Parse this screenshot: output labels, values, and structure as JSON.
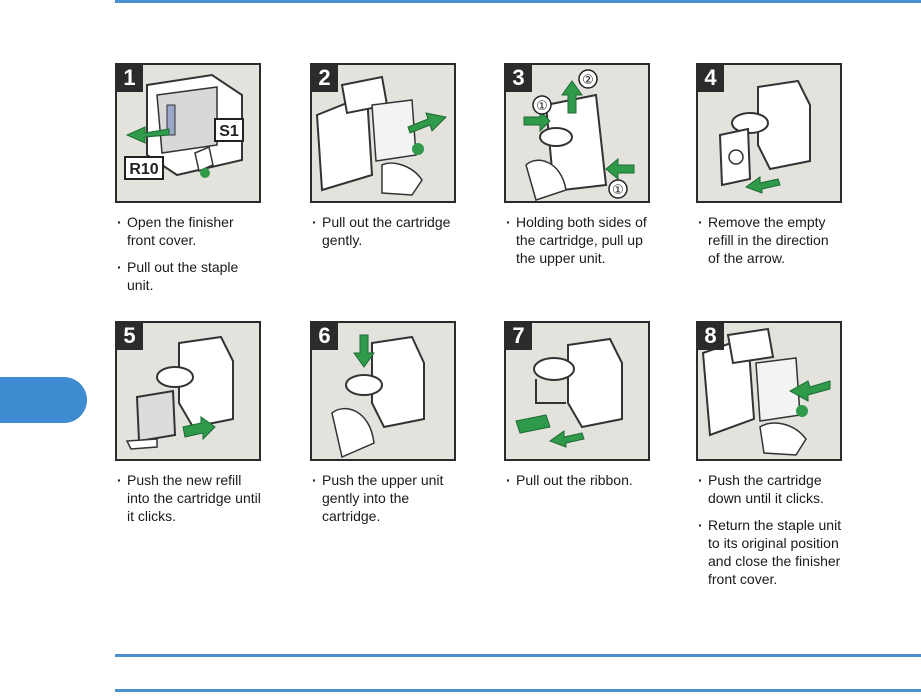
{
  "steps": [
    {
      "number": "1",
      "lines": [
        "Open the finisher front cover.",
        "Pull out the staple unit."
      ],
      "callouts": [
        "S1",
        "R10"
      ]
    },
    {
      "number": "2",
      "lines": [
        "Pull out the cartridge gently."
      ]
    },
    {
      "number": "3",
      "lines": [
        "Holding both sides of the cartridge, pull up the upper unit."
      ],
      "callouts": [
        "①",
        "②",
        "①"
      ]
    },
    {
      "number": "4",
      "lines": [
        "Remove the empty refill in the direction of the arrow."
      ]
    },
    {
      "number": "5",
      "lines": [
        "Push the new refill into the cartridge until it clicks."
      ]
    },
    {
      "number": "6",
      "lines": [
        "Push the upper unit gently into the cartridge."
      ]
    },
    {
      "number": "7",
      "lines": [
        "Pull out the ribbon."
      ]
    },
    {
      "number": "8",
      "lines": [
        "Push the cartridge down until it clicks.",
        "Return the staple unit to its original position and close the finisher front cover."
      ]
    }
  ],
  "colors": {
    "accent": "#4a90cf",
    "arrow": "#2e9a4a",
    "panel": "#e3e2dd",
    "badge": "#2b2b2b"
  }
}
